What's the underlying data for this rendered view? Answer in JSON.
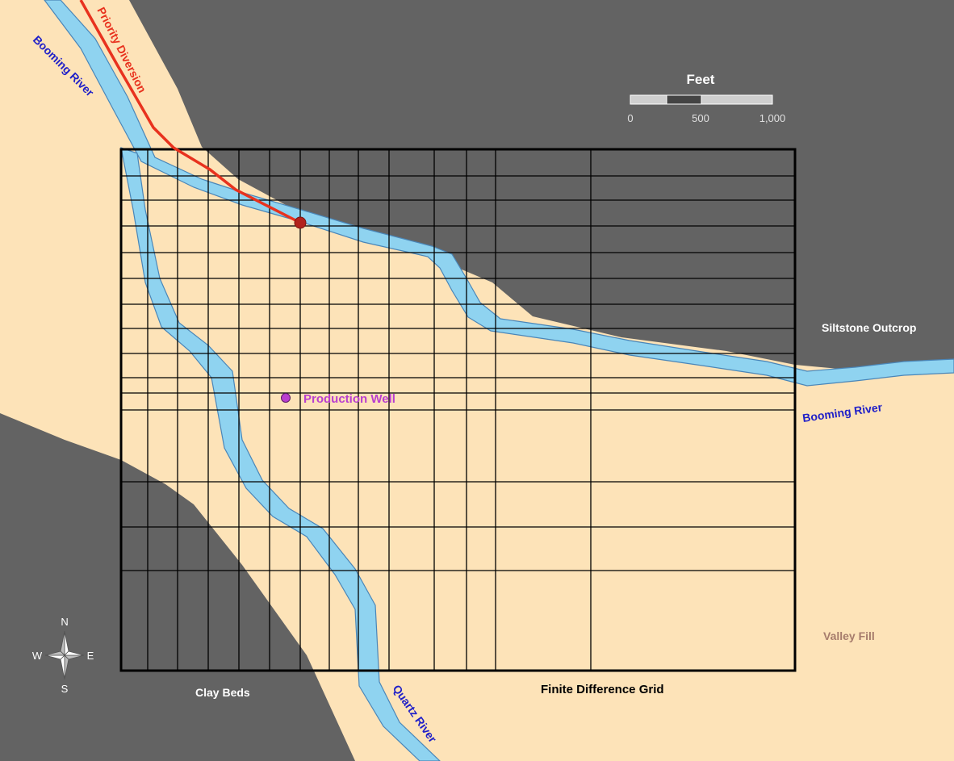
{
  "map": {
    "colors": {
      "valley_fill": "#fde3b8",
      "bedrock": "#636363",
      "river_fill": "#8fd3f0",
      "river_edge": "#4a86b8",
      "diversion": "#e8321e",
      "diversion_point": "#b2221c",
      "well": "#b93fcf",
      "grid_line": "#000000",
      "river_label": "#1f1fc8",
      "unit_label_light": "#ffffff",
      "unit_label_valley": "#a67c6c",
      "grid_label": "#000000",
      "well_label": "#b93fcf"
    },
    "labels": {
      "priority_diversion": "Priority Diversion",
      "booming_river_upper": "Booming River",
      "booming_river_lower": "Booming River",
      "quartz_river": "Quartz River",
      "production_well": "Production Well",
      "siltstone_outcrop": "Siltstone Outcrop",
      "valley_fill": "Valley Fill",
      "clay_beds": "Clay Beds",
      "finite_difference_grid": "Finite Difference Grid"
    },
    "scale_bar": {
      "title": "Feet",
      "ticks": [
        "0",
        "500",
        "1,000"
      ]
    },
    "north_arrow": {
      "n": "N",
      "s": "S",
      "e": "E",
      "w": "W"
    }
  }
}
